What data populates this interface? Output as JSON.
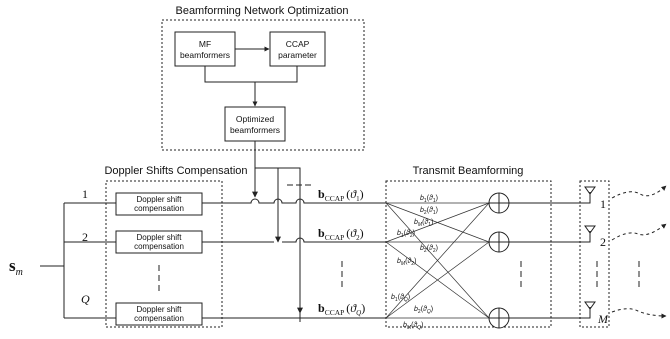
{
  "titles": {
    "network_optimization": "Beamforming Network Optimization",
    "doppler_compensation": "Doppler Shifts Compensation",
    "transmit_beamforming": "Transmit Beamforming"
  },
  "blocks": {
    "mf_line1": "MF",
    "mf_line2": "beamformers",
    "ccap_line1": "CCAP",
    "ccap_line2": "parameter",
    "opt_line1": "Optimized",
    "opt_line2": "beamformers",
    "doppler_line1": "Doppler shift",
    "doppler_line2": "compensation"
  },
  "input_signal": {
    "main": "s",
    "sub": "m"
  },
  "branches": [
    "1",
    "2",
    "Q"
  ],
  "antennas": [
    "1",
    "2",
    "M"
  ],
  "vectors": [
    {
      "main": "b",
      "sub": "CCAP",
      "arg": "ϑ",
      "argsub": "1"
    },
    {
      "main": "b",
      "sub": "CCAP",
      "arg": "ϑ",
      "argsub": "2"
    },
    {
      "main": "b",
      "sub": "CCAP",
      "arg": "ϑ",
      "argsub": "Q"
    }
  ],
  "weights": [
    {
      "main": "b",
      "sub": "1",
      "argsub": "1"
    },
    {
      "main": "b",
      "sub": "2",
      "argsub": "1"
    },
    {
      "main": "b",
      "sub": "M",
      "argsub": "1"
    },
    {
      "main": "b",
      "sub": "1",
      "argsub": "2"
    },
    {
      "main": "b",
      "sub": "2",
      "argsub": "2"
    },
    {
      "main": "b",
      "sub": "M",
      "argsub": "2"
    },
    {
      "main": "b",
      "sub": "1",
      "argsub": "Q"
    },
    {
      "main": "b",
      "sub": "2",
      "argsub": "Q"
    },
    {
      "main": "b",
      "sub": "M",
      "argsub": "Q"
    }
  ],
  "weight_arg_symbol": "ϑ"
}
